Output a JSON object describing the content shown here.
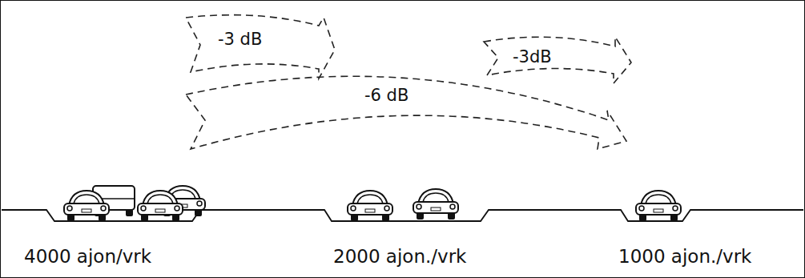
{
  "diagram": {
    "labels": [
      "-3 dB",
      "-3dB",
      "-6 dB",
      "4000 ajon/vrk",
      "2000 ajon./vrk",
      "1000 ajon./vrk"
    ]
  }
}
